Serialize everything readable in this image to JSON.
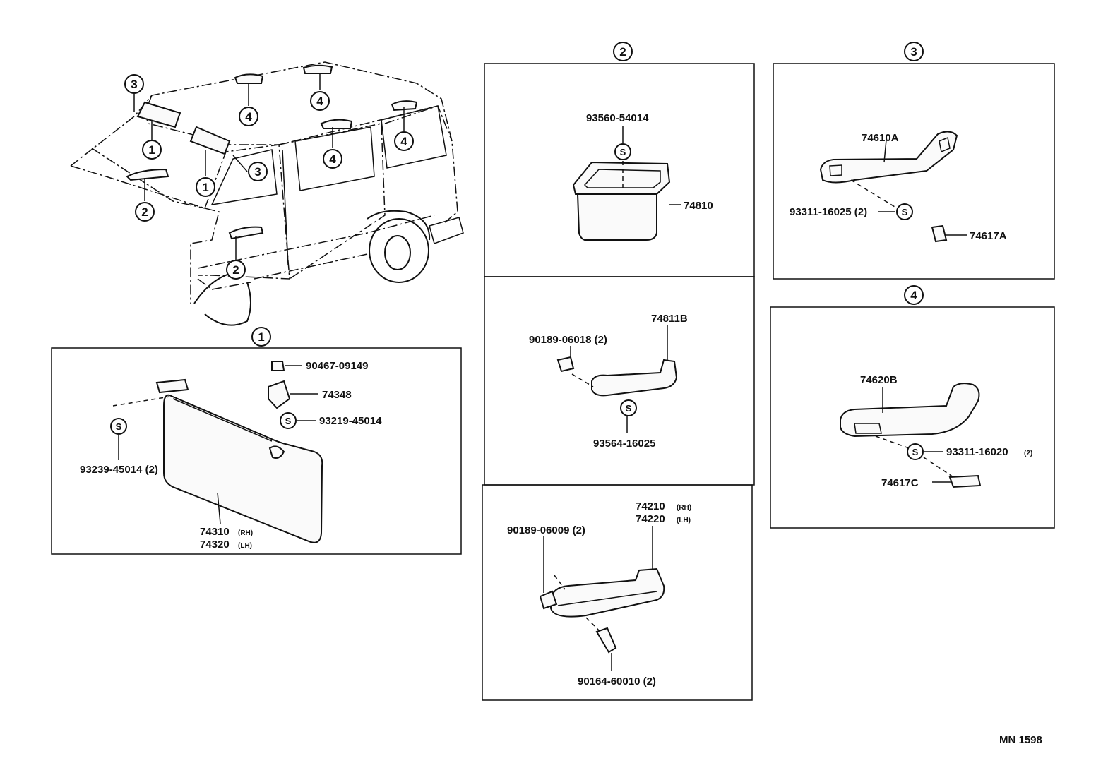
{
  "callouts": {
    "c1": "1",
    "c2": "2",
    "c3": "3",
    "c4": "4"
  },
  "symbols": {
    "s": "S"
  },
  "van": {
    "labels": [
      "3",
      "1",
      "4",
      "4",
      "1",
      "3",
      "4",
      "4",
      "2",
      "2"
    ]
  },
  "section1": {
    "p1": "90467-09149",
    "p2": "74348",
    "p3": "93219-45014",
    "p4": "93239-45014 (2)",
    "p5": "74310",
    "p5_sfx": "(RH)",
    "p6": "74320",
    "p6_sfx": "(LH)"
  },
  "section2a": {
    "p1": "93560-54014",
    "p2": "74810"
  },
  "section2b": {
    "p1": "74811B",
    "p2": "90189-06018 (2)",
    "p3": "93564-16025"
  },
  "section2c": {
    "p1": "74210",
    "p1_sfx": "(RH)",
    "p2": "74220",
    "p2_sfx": "(LH)",
    "p3": "90189-06009 (2)",
    "p4": "90164-60010 (2)"
  },
  "section3": {
    "p1": "74610A",
    "p2": "93311-16025 (2)",
    "p3": "74617A"
  },
  "section4": {
    "p1": "74620B",
    "p2": "93311-16020",
    "p2_sfx": "(2)",
    "p3": "74617C"
  },
  "footer": {
    "code": "MN  1598"
  }
}
